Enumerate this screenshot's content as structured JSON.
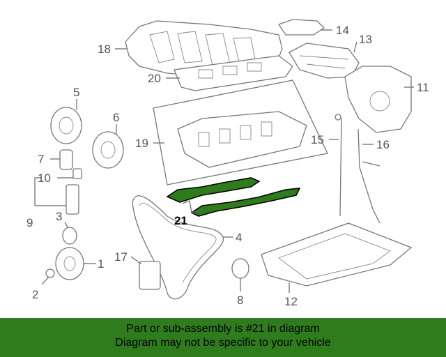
{
  "callouts": {
    "c1": "1",
    "c2": "2",
    "c3": "3",
    "c4": "4",
    "c5": "5",
    "c6": "6",
    "c7": "7",
    "c8": "8",
    "c9": "9",
    "c10": "10",
    "c11": "11",
    "c12": "12",
    "c13": "13",
    "c14": "14",
    "c15": "15",
    "c16": "16",
    "c17": "17",
    "c18": "18",
    "c19": "19",
    "c20": "20",
    "c21": "21"
  },
  "footer": {
    "line1": "Part or sub-assembly is #21 in diagram",
    "line2": "Diagram may not be specific to your vehicle"
  },
  "colors": {
    "highlight": "#2f7c1c",
    "footer_bg": "#2f7c1c",
    "line_art": "#777777"
  }
}
